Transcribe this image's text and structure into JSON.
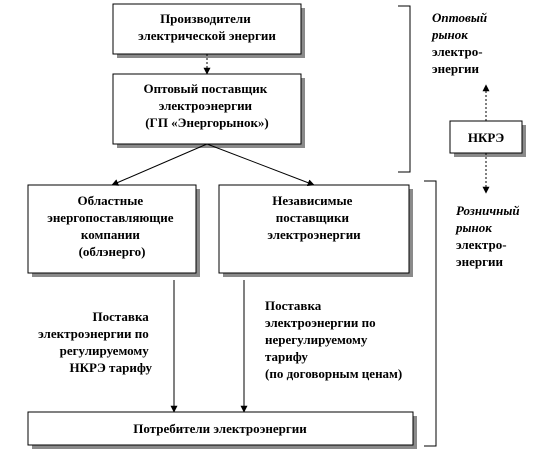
{
  "boxes": {
    "producers": [
      "Производители",
      "электрической энергии"
    ],
    "wholesale_supplier": [
      "Оптовый поставщик",
      "электроэнергии",
      "(ГП «Энергорынок»)"
    ],
    "regional": [
      "Областные",
      "энергопоставляющие",
      "компании",
      "(облэнерго)"
    ],
    "independent": [
      "Независимые",
      "поставщики",
      "электроэнергии"
    ],
    "consumers": [
      "Потребители электроэнергии"
    ],
    "nkre": [
      "НКРЭ"
    ]
  },
  "notes": {
    "regulated": [
      "Поставка",
      "электроэнергии по",
      "регулируемому",
      "НКРЭ тарифу"
    ],
    "unregulated": [
      "Поставка",
      "электроэнергии по",
      "нерегулируемому",
      "тарифу",
      "(по договорным ценам)"
    ]
  },
  "markets": {
    "wholesale": [
      "Оптовый",
      "рынок",
      "электро-",
      "энергии"
    ],
    "retail": [
      "Розничный",
      "рынок",
      "электро-",
      "энергии"
    ]
  }
}
